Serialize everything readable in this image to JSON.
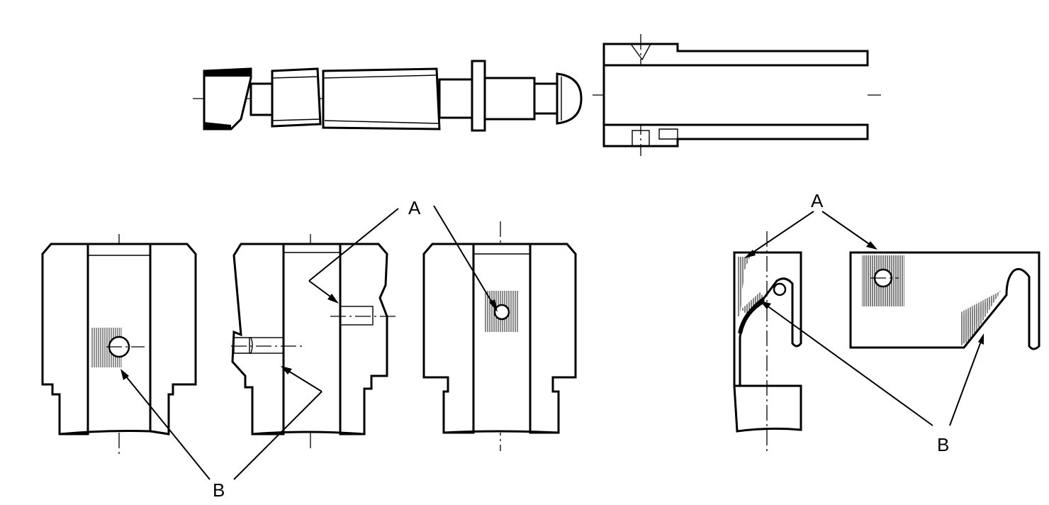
{
  "labels": {
    "left_a": "A",
    "left_b": "B",
    "right_a": "A",
    "right_b": "B"
  },
  "colors": {
    "ink": "#000000",
    "paper": "#ffffff"
  }
}
